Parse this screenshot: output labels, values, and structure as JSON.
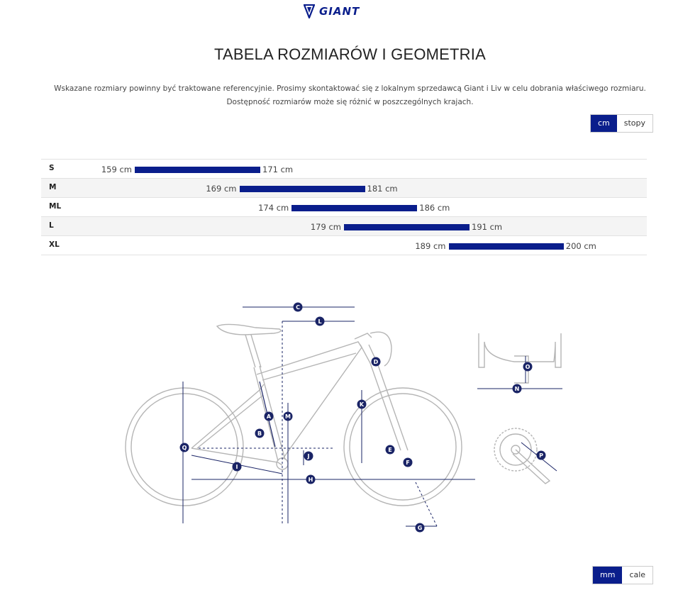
{
  "brand": {
    "name": "GIANT",
    "color": "#0a1e8c"
  },
  "page": {
    "title": "TABELA ROZMIARÓW I GEOMETRIA",
    "intro_line1": "Wskazane rozmiary powinny być traktowane referencyjnie. Prosimy skontaktować się z lokalnym sprzedawcą Giant i Liv w celu dobrania właściwego rozmiaru.",
    "intro_line2": "Dostępność rozmiarów może się różnić w poszczególnych krajach."
  },
  "unit_toggle": {
    "active": "cm",
    "inactive": "stopy"
  },
  "geometry_toggle": {
    "active": "mm",
    "inactive": "cale"
  },
  "size_chart": {
    "unit": "cm",
    "scale_min": 159,
    "scale_max": 200,
    "rows": [
      {
        "size": "S",
        "min": 159,
        "max": 171,
        "min_label": "159 cm",
        "max_label": "171 cm"
      },
      {
        "size": "M",
        "min": 169,
        "max": 181,
        "min_label": "169 cm",
        "max_label": "181 cm"
      },
      {
        "size": "ML",
        "min": 174,
        "max": 186,
        "min_label": "174 cm",
        "max_label": "186 cm"
      },
      {
        "size": "L",
        "min": 179,
        "max": 191,
        "min_label": "179 cm",
        "max_label": "191 cm"
      },
      {
        "size": "XL",
        "min": 189,
        "max": 200,
        "min_label": "189 cm",
        "max_label": "200 cm"
      }
    ]
  },
  "geometry_labels": [
    "A",
    "B",
    "C",
    "D",
    "E",
    "F",
    "G",
    "H",
    "I",
    "J",
    "K",
    "L",
    "M",
    "N",
    "O",
    "P",
    "Q"
  ],
  "colors": {
    "accent": "#0a1e8c",
    "frame": "#b5b5b5",
    "row_alt": "#f4f4f4"
  }
}
